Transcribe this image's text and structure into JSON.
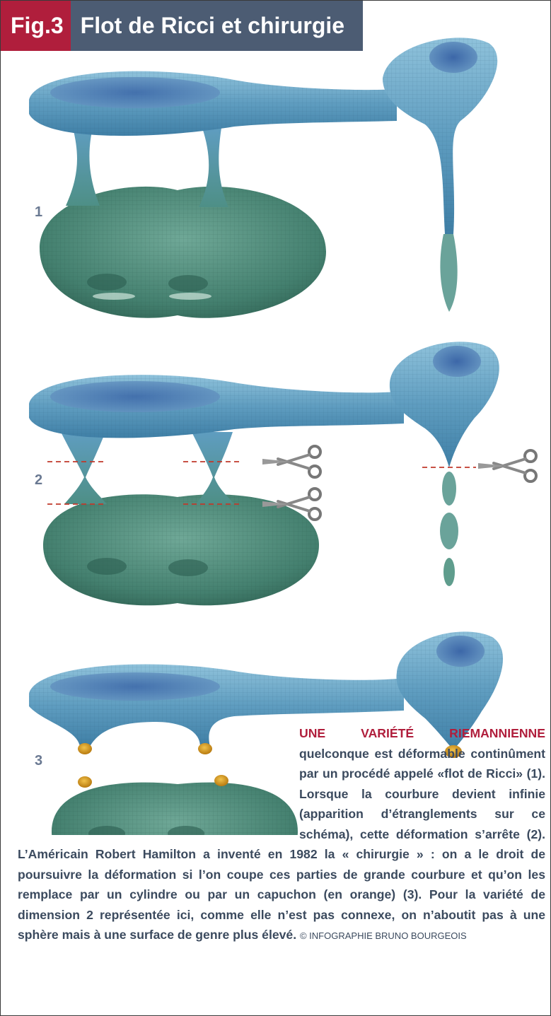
{
  "header": {
    "fig_label": "Fig.3",
    "title": "Flot de Ricci et chirurgie"
  },
  "panels": [
    {
      "label": "1"
    },
    {
      "label": "2"
    },
    {
      "label": "3"
    }
  ],
  "colors": {
    "fig_badge": "#b01e3c",
    "title_bar": "#4c5c73",
    "surface_blue": "#6fa8c8",
    "surface_green": "#4f8f7e",
    "cap_orange": "#d59a1e",
    "cut_line": "#c0392b"
  },
  "caption": {
    "lead": "UNE VARIÉTÉ RIEMANNIENNE",
    "body": " quelconque est déformable continûment par un procédé appelé «flot de Ricci» (1). Lorsque la courbure devient infinie (apparition d’étranglements sur ce schéma), cette déformation s’arrête (2). L’Américain Robert Hamilton a inventé en 1982 la « chirurgie » : on a le droit de poursuivre la déformation si l’on coupe ces parties de grande courbure et qu’on les remplace par un cylindre ou par un capuchon (en orange) (3). Pour la variété de dimension 2 représentée ici, comme elle n’est pas connexe, on n’aboutit pas à une sphère mais à une surface de genre plus élevé.",
    "credit": "© INFOGRAPHIE BRUNO BOURGEOIS"
  }
}
